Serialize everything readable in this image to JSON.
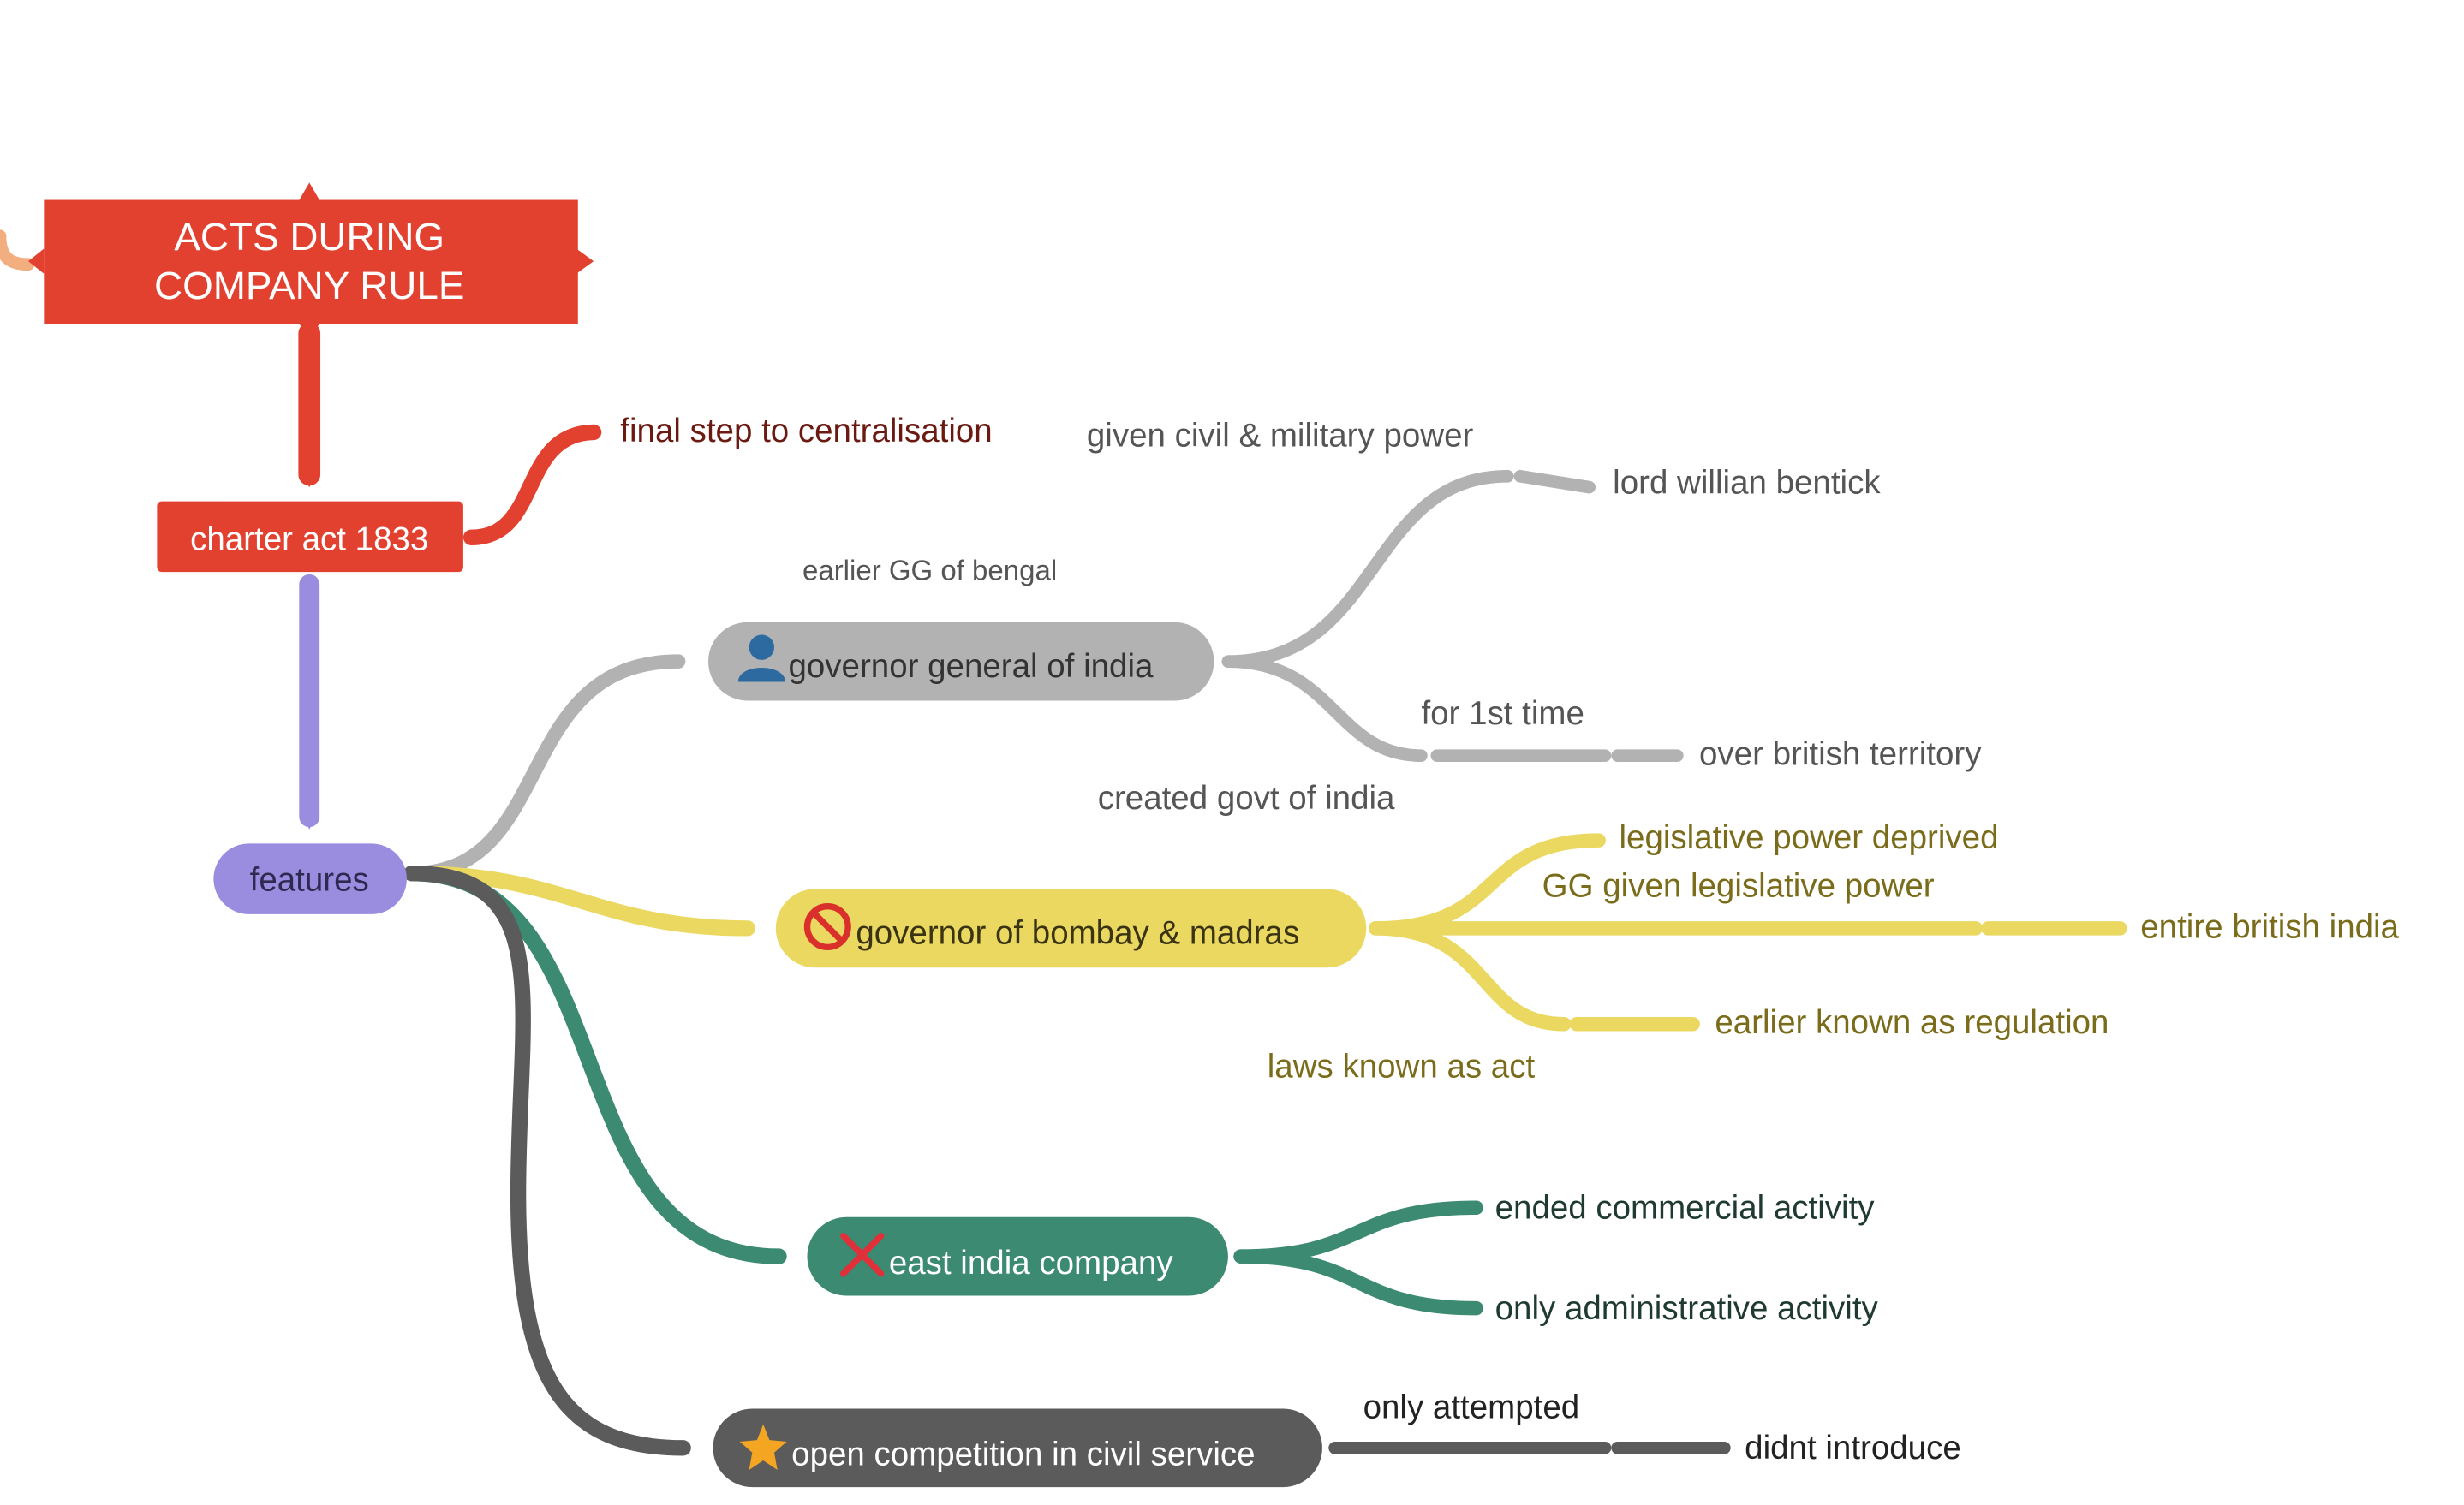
{
  "colors": {
    "red": "#E24130",
    "purple": "#9A8DE0",
    "gray": "#B2B2B2",
    "yellow": "#EBD861",
    "green": "#3C8A72",
    "dark": "#5B5B5B",
    "peach": "#F2AE7E",
    "text_gray": "#555555",
    "text_olive": "#7A6C1A",
    "text_dark": "#2E3B36",
    "text_maroon": "#6B1A12"
  },
  "icons": {
    "governor_general": "person-icon",
    "bombay_madras": "prohibited-icon",
    "company": "cross-mark-icon",
    "civil_service": "star-icon"
  },
  "title": {
    "line1": "ACTS DURING",
    "line2": "COMPANY RULE"
  },
  "charter": "charter act 1833",
  "centralisation": "final step to centralisation",
  "features": "features",
  "gg": {
    "node": "governor general of india",
    "label_earlier": "earlier GG of bengal",
    "label_power": "given civil & military power",
    "bentick": "lord willian bentick",
    "label_first": "for 1st time",
    "territory": "over british territory",
    "label_govt": "created govt of india"
  },
  "bm": {
    "node": "governor of bombay & madras",
    "deprived": "legislative power deprived",
    "label_gg_power": "GG given legislative power",
    "entire": "entire british india",
    "regulation": "earlier known as regulation",
    "label_act": "laws known as act"
  },
  "eic": {
    "node": "east india company",
    "ended": "ended commercial activity",
    "admin": "only administrative activity"
  },
  "civil": {
    "node": "open competition in civil service",
    "label_attempted": "only attempted",
    "introduce": "didnt introduce"
  }
}
